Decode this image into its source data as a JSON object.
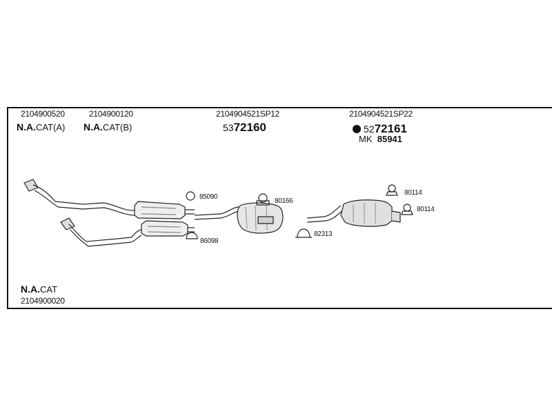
{
  "columns": [
    {
      "code": "2104900520",
      "label_bold": "N.A.",
      "label_rest": "CAT(A)"
    },
    {
      "code": "2104900120",
      "label_bold": "N.A.",
      "label_rest": "CAT(B)"
    },
    {
      "code": "2104904521SP12",
      "pn_prefix": "53",
      "pn_main": "72160"
    },
    {
      "code": "2104904521SP22",
      "pn_prefix": "52",
      "pn_main": "72161",
      "mk_prefix": "MK",
      "mk_value": "85941"
    }
  ],
  "bottom": {
    "label_bold": "N.A.",
    "label_rest": "CAT",
    "code": "2104900020"
  },
  "refs": {
    "r85090": "85090",
    "r86098": "86098",
    "r80166": "80166",
    "r82313": "82313",
    "r80114a": "80114",
    "r80114b": "80114"
  }
}
